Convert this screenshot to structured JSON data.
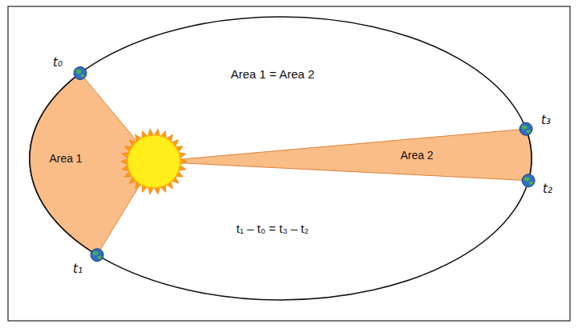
{
  "diagram": {
    "nodes": [
      {
        "text": [
          "Area 1"
        ]
      },
      {
        "text": [
          "Area 2"
        ]
      }
    ],
    "labels": [
      "t₀",
      "Area 1 = Area 2",
      "t₃",
      "t₂",
      "t₁",
      "t₁ – t₀ = t₃ – t₂"
    ]
  }
}
